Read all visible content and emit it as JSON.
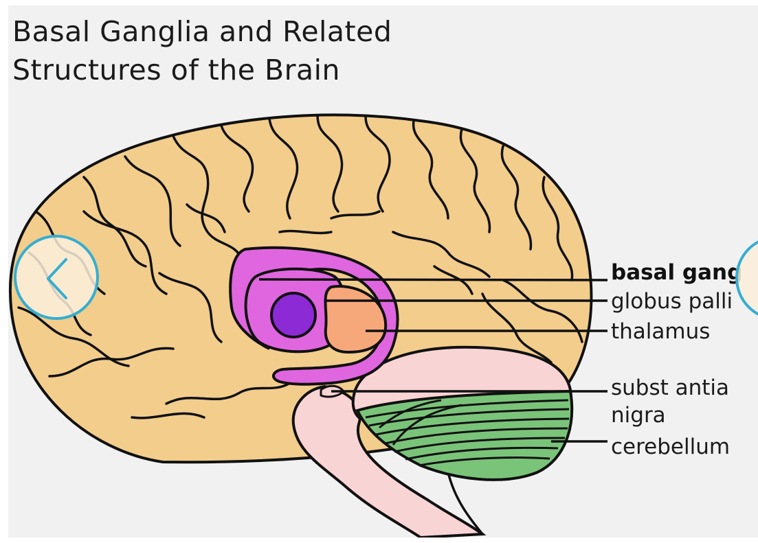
{
  "title": {
    "line1": "Basal Ganglia and Related",
    "line2": "Structures of the Brain"
  },
  "labels": {
    "basal_ganglia": "basal gang",
    "globus_pallidus": "globus palli",
    "thalamus": "thalamus",
    "substantia_1": "subst antia",
    "substantia_2": "nigra",
    "cerebellum": "cerebellum"
  },
  "nav": {
    "prev_icon": "chevron-left-icon",
    "next_icon": "chevron-right-icon"
  },
  "colors": {
    "cortex": "#f2cd8c",
    "basal_ganglia": "#e066e0",
    "globus_pallidus": "#8c2ad6",
    "thalamus": "#f7a87a",
    "brainstem": "#f9d4d4",
    "cerebellum": "#7ac47a",
    "nav_ring": "#35aed1"
  }
}
